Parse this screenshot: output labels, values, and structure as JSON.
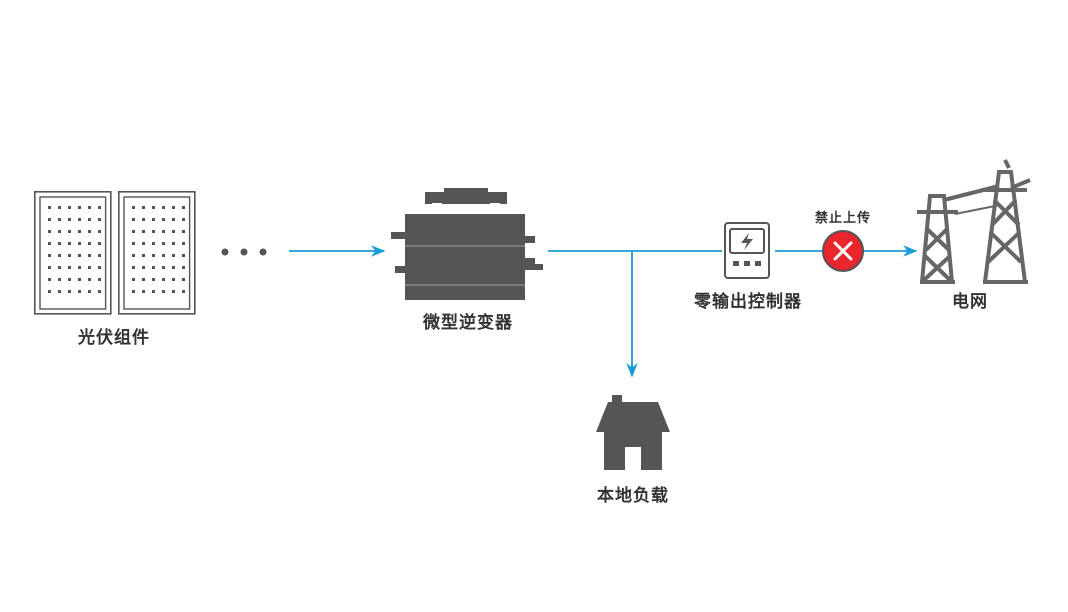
{
  "colors": {
    "flow_line": "#1a9ad6",
    "device": "#555555",
    "panel_frame": "#555555",
    "block_icon": "#e8262c",
    "label": "#333333"
  },
  "nodes": {
    "pv_modules": {
      "label": "光伏组件",
      "icon": "solar-panel-icon"
    },
    "micro_inverter": {
      "label": "微型逆变器",
      "icon": "micro-inverter-icon"
    },
    "zero_export_controller": {
      "label": "零输出控制器",
      "icon": "meter-icon"
    },
    "grid": {
      "label": "电网",
      "icon": "power-tower-icon"
    },
    "local_load": {
      "label": "本地负载",
      "icon": "house-icon"
    }
  },
  "edges": [
    {
      "from": "pv_modules",
      "to": "micro_inverter"
    },
    {
      "from": "micro_inverter",
      "to": "zero_export_controller"
    },
    {
      "from": "micro_inverter",
      "to": "local_load"
    },
    {
      "from": "zero_export_controller",
      "to": "grid",
      "blocked": true,
      "label": "禁止上传",
      "icon": "block-x-icon"
    }
  ],
  "ellipsis_icon": "ellipsis-icon"
}
